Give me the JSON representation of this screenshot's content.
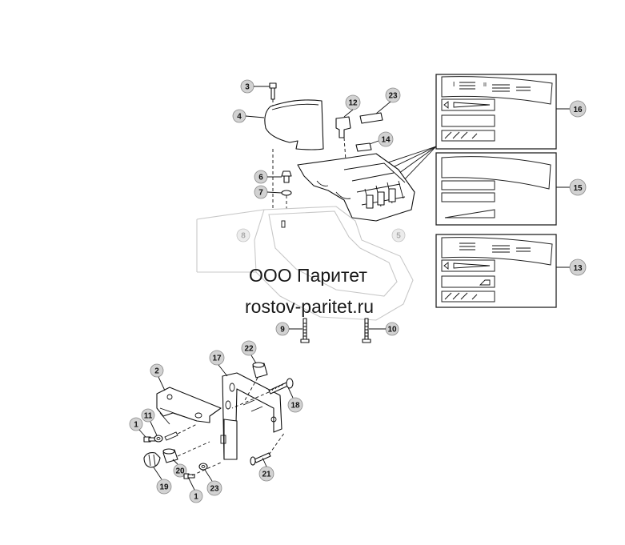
{
  "watermark": {
    "line1": "ООО Паритет",
    "line2": "rostov-paritet.ru"
  },
  "callouts": {
    "c1a": "1",
    "c1b": "1",
    "c2": "2",
    "c3": "3",
    "c4": "4",
    "c5": "5",
    "c6": "6",
    "c7": "7",
    "c8": "8",
    "c9": "9",
    "c10": "10",
    "c11": "11",
    "c12": "12",
    "c13": "13",
    "c14": "14",
    "c15": "15",
    "c16": "16",
    "c17": "17",
    "c18": "18",
    "c19": "19",
    "c20": "20",
    "c21": "21",
    "c22": "22",
    "c23a": "23",
    "c23b": "23"
  },
  "decals": {
    "symbol_I": "I",
    "symbol_II": "II"
  },
  "colors": {
    "callout_fill": "#d2d2d2",
    "line": "#111111",
    "background": "#ffffff"
  }
}
